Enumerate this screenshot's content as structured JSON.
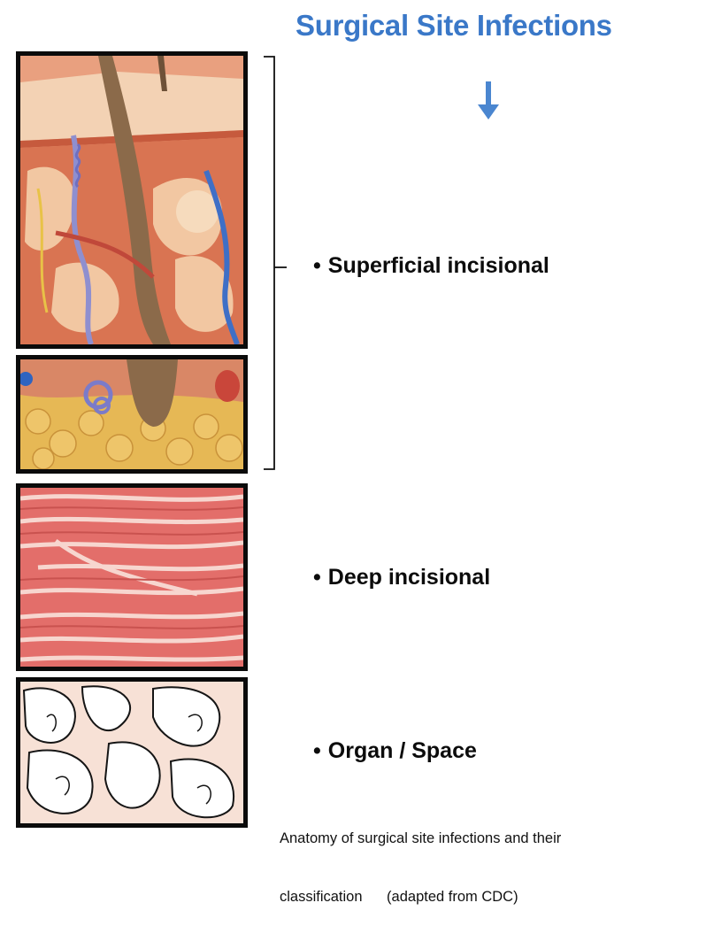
{
  "title": "Surgical Site Infections",
  "colors": {
    "title": "#3a78c8",
    "arrow": "#4a86d0",
    "frame": "#0b0b0b",
    "skin": "#f3d2b4",
    "dermis": "#d06c4e",
    "fat": "#e6b855",
    "muscle": "#e76f6c",
    "organ": "#f7e1d6"
  },
  "labels": {
    "superficial": "Superficial incisional",
    "deep": "Deep incisional",
    "organ": "Organ / Space",
    "bullet": "•"
  },
  "caption": {
    "line1": "Anatomy of surgical site infections and their",
    "line2": "classification      (adapted from CDC)"
  },
  "icons": {
    "arrow": "arrow-down-icon",
    "brace": "bracket-icon"
  }
}
